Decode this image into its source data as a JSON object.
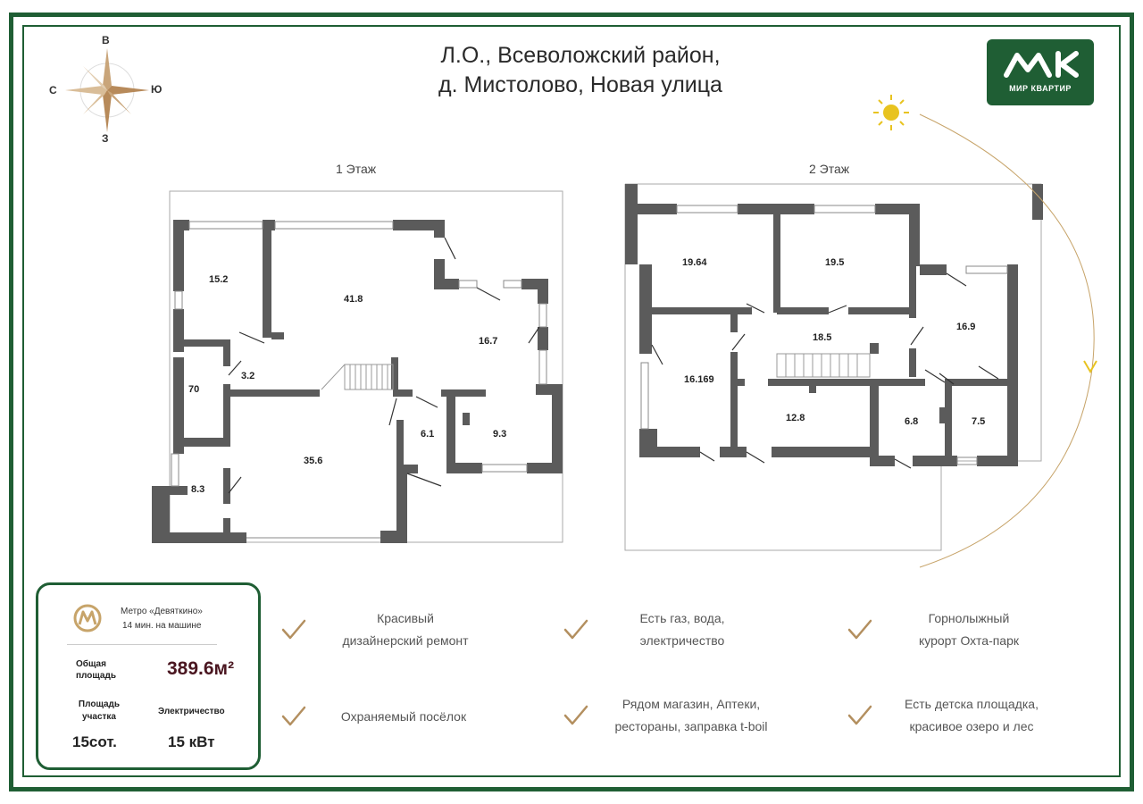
{
  "header": {
    "title_line1": "Л.О., Всеволожский район,",
    "title_line2": "д. Мистолово, Новая улица"
  },
  "compass": {
    "north": "В",
    "west": "С",
    "east": "Ю",
    "south": "З"
  },
  "logo": {
    "mark": "МК",
    "text": "МИР КВАРТИР"
  },
  "floors": [
    {
      "label": "1 Этаж",
      "rooms": [
        "15.2",
        "41.8",
        "16.7",
        "3.2",
        "70",
        "35.6",
        "6.1",
        "9.3",
        "8.3"
      ]
    },
    {
      "label": "2 Этаж",
      "rooms": [
        "19.64",
        "19.5",
        "16.9",
        "18.5",
        "16.169",
        "12.8",
        "6.8",
        "7.5"
      ]
    }
  ],
  "info": {
    "metro_line1": "Метро «Девяткино»",
    "metro_line2": "14 мин. на машине",
    "area_label_line1": "Общая",
    "area_label_line2": "площадь",
    "area_value": "389.6м²",
    "plot_label_line1": "Площадь",
    "plot_label_line2": "участка",
    "electricity_label": "Электричество",
    "plot_value": "15сот.",
    "electricity_value": "15 кВт"
  },
  "features": [
    {
      "line1": "Красивый",
      "line2": "дизайнерский ремонт"
    },
    {
      "line1": "Есть газ, вода,",
      "line2": "электричество"
    },
    {
      "line1": "Горнолыжный",
      "line2": "курорт Охта-парк"
    },
    {
      "line1": "Охраняемый посёлок",
      "line2": ""
    },
    {
      "line1": "Рядом магазин, Аптеки,",
      "line2": "рестораны, заправка t-boil"
    },
    {
      "line1": "Есть детска площадка,",
      "line2": "красивое озеро и лес"
    }
  ],
  "colors": {
    "brand_green": "#1f5e34",
    "wall": "#5b5b5b",
    "accent_gold": "#c7a46a",
    "sun": "#e8c320",
    "area_value": "#4a1620"
  }
}
